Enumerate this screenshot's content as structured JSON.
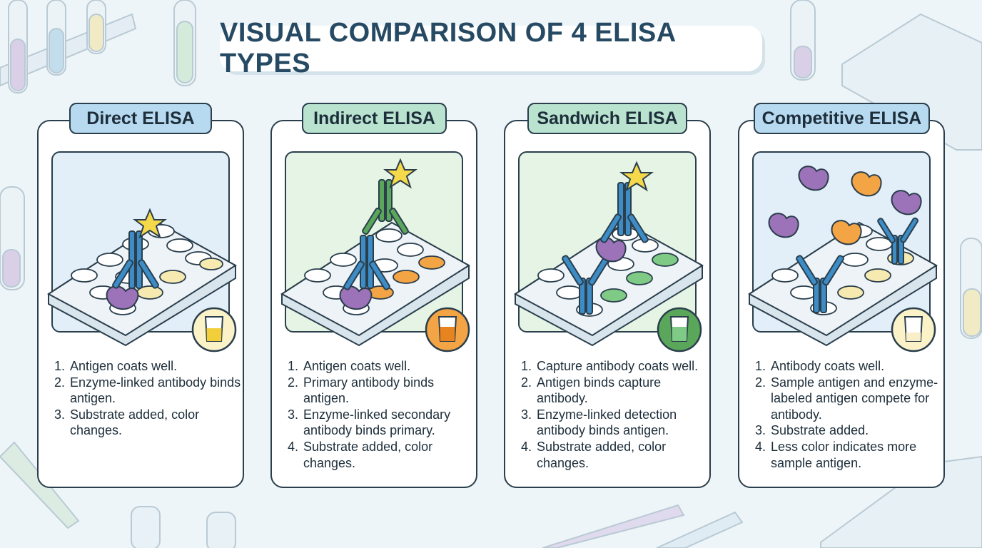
{
  "title": "VISUAL COMPARISON OF 4 ELISA TYPES",
  "colors": {
    "header_blue": "#b8daf0",
    "header_green": "#b9e2cf",
    "panel_blue": "#e2eef8",
    "panel_green": "#e5f4e4",
    "antibody_blue": "#3d8cc6",
    "antibody_green": "#5aa75c",
    "antigen_purple": "#9c72b8",
    "antigen_orange": "#f3a445",
    "star_yellow": "#f5d94a"
  },
  "cards": [
    {
      "name": "Direct ELISA",
      "steps": [
        "Antigen coats well.",
        "Enzyme-linked antibody binds antigen.",
        "Substrate added, color changes."
      ],
      "beaker_color": "yellow"
    },
    {
      "name": "Indirect ELISA",
      "steps": [
        "Antigen coats well.",
        "Primary antibody binds antigen.",
        "Enzyme-linked secondary antibody binds primary.",
        "Substrate added, color changes."
      ],
      "beaker_color": "orange"
    },
    {
      "name": "Sandwich ELISA",
      "steps": [
        "Capture antibody coats well.",
        "Antigen binds capture antibody.",
        "Enzyme-linked detection antibody binds antigen.",
        "Substrate added, color changes."
      ],
      "beaker_color": "green"
    },
    {
      "name": "Competitive ELISA",
      "steps": [
        "Antibody coats well.",
        "Sample antigen and enzyme-labeled antigen compete for antibody.",
        "Substrate added.",
        "Less color indicates more sample antigen."
      ],
      "beaker_color": "pale yellow"
    }
  ]
}
